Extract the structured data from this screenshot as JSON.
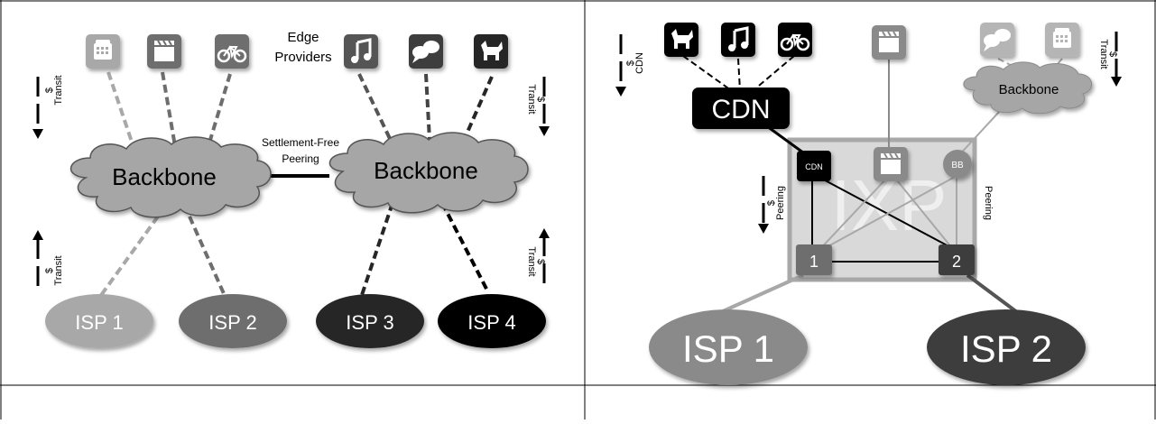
{
  "left": {
    "edge_providers_label_1": "Edge",
    "edge_providers_label_2": "Providers",
    "backbone_left": "Backbone",
    "backbone_right": "Backbone",
    "peering_label_1": "Settlement-Free",
    "peering_label_2": "Peering",
    "transit_label": "Transit",
    "dollar": "$",
    "isps": [
      "ISP 1",
      "ISP 2",
      "ISP 3",
      "ISP 4"
    ]
  },
  "right": {
    "cdn_big": "CDN",
    "cdn_small": "CDN",
    "cdn_side": "CDN",
    "backbone": "Backbone",
    "ixp": "IXP",
    "bb": "BB",
    "router_1": "1",
    "router_2": "2",
    "peering_left": "Peering",
    "peering_right": "Peering",
    "transit_label": "Transit",
    "dollar": "$",
    "isps": [
      "ISP 1",
      "ISP 2"
    ]
  },
  "icons": {
    "phone": "phone-icon",
    "film": "clapperboard-icon",
    "bike": "bicycle-icon",
    "music": "music-note-icon",
    "chat": "chat-bubbles-icon",
    "dog": "dog-icon"
  },
  "colors": {
    "light_gray": "#a8a8a8",
    "mid_gray": "#6e6e6e",
    "dark_gray": "#555555",
    "near_black": "#262626",
    "black": "#000000",
    "cloud": "#a6a6a6",
    "ixp_box": "#d9d9d9"
  }
}
